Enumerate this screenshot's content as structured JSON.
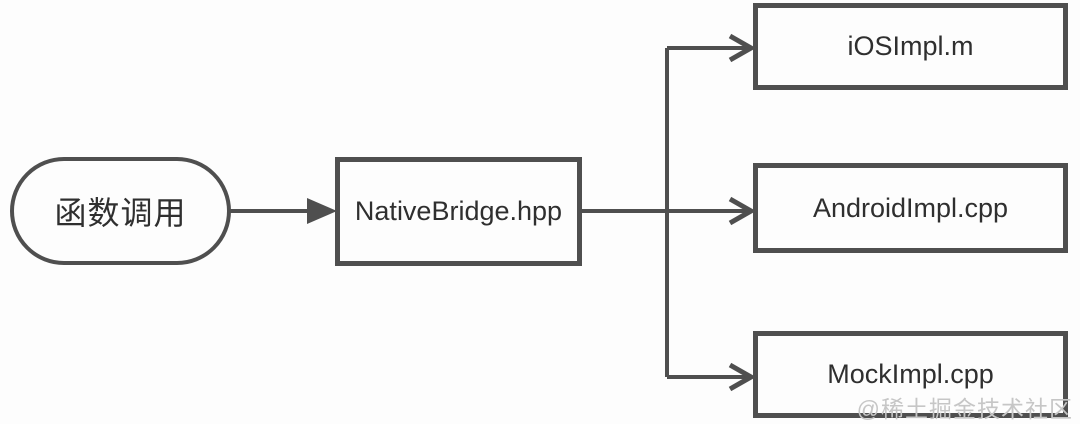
{
  "diagram": {
    "type": "flowchart",
    "direction": "left-to-right",
    "nodes": [
      {
        "id": "function-call",
        "label": "函数调用",
        "shape": "stadium"
      },
      {
        "id": "native-bridge",
        "label": "NativeBridge.hpp",
        "shape": "rect"
      },
      {
        "id": "ios-impl",
        "label": "iOSImpl.m",
        "shape": "rect"
      },
      {
        "id": "android-impl",
        "label": "AndroidImpl.cpp",
        "shape": "rect"
      },
      {
        "id": "mock-impl",
        "label": "MockImpl.cpp",
        "shape": "rect"
      }
    ],
    "edges": [
      {
        "from": "function-call",
        "to": "native-bridge",
        "arrowhead": "filled-triangle"
      },
      {
        "from": "native-bridge",
        "to": "ios-impl",
        "arrowhead": "chevron"
      },
      {
        "from": "native-bridge",
        "to": "android-impl",
        "arrowhead": "chevron"
      },
      {
        "from": "native-bridge",
        "to": "mock-impl",
        "arrowhead": "chevron"
      }
    ],
    "colors": {
      "stroke": "#4f4f4f",
      "text": "#2f2f2f",
      "background": "#fdfdfd",
      "watermark": "#c6c6c6"
    }
  },
  "watermark": {
    "text": "@稀土掘金技术社区"
  }
}
